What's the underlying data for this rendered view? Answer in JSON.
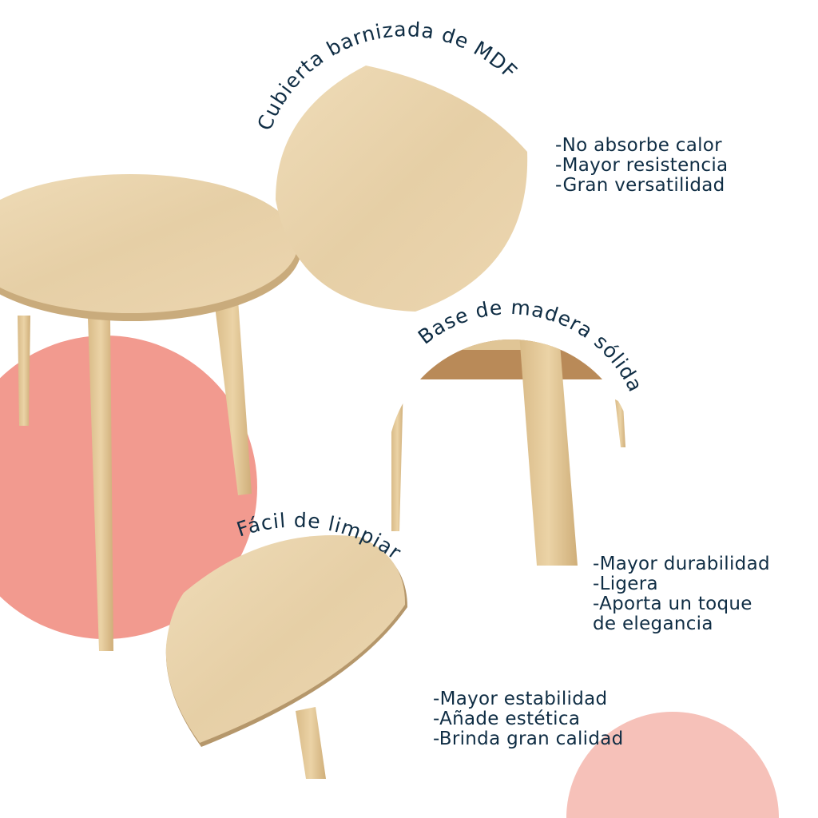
{
  "features": [
    {
      "title": "Cubierta barnizada de MDF",
      "bullets": [
        "-No absorbe calor",
        "-Mayor resistencia",
        "-Gran versatilidad"
      ]
    },
    {
      "title": "Base de madera sólida",
      "bullets": [
        "-Mayor durabilidad",
        "-Ligera",
        "-Aporta un toque",
        "de elegancia"
      ]
    },
    {
      "title": "Fácil de limpiar",
      "bullets": [
        "-Mayor estabilidad",
        "-Añade estética",
        "-Brinda gran calidad"
      ]
    }
  ],
  "colors": {
    "text": "#0f2d44",
    "coral": "#f29a8f",
    "pink": "#f6c1b9",
    "wood": "#e9d3ab"
  }
}
